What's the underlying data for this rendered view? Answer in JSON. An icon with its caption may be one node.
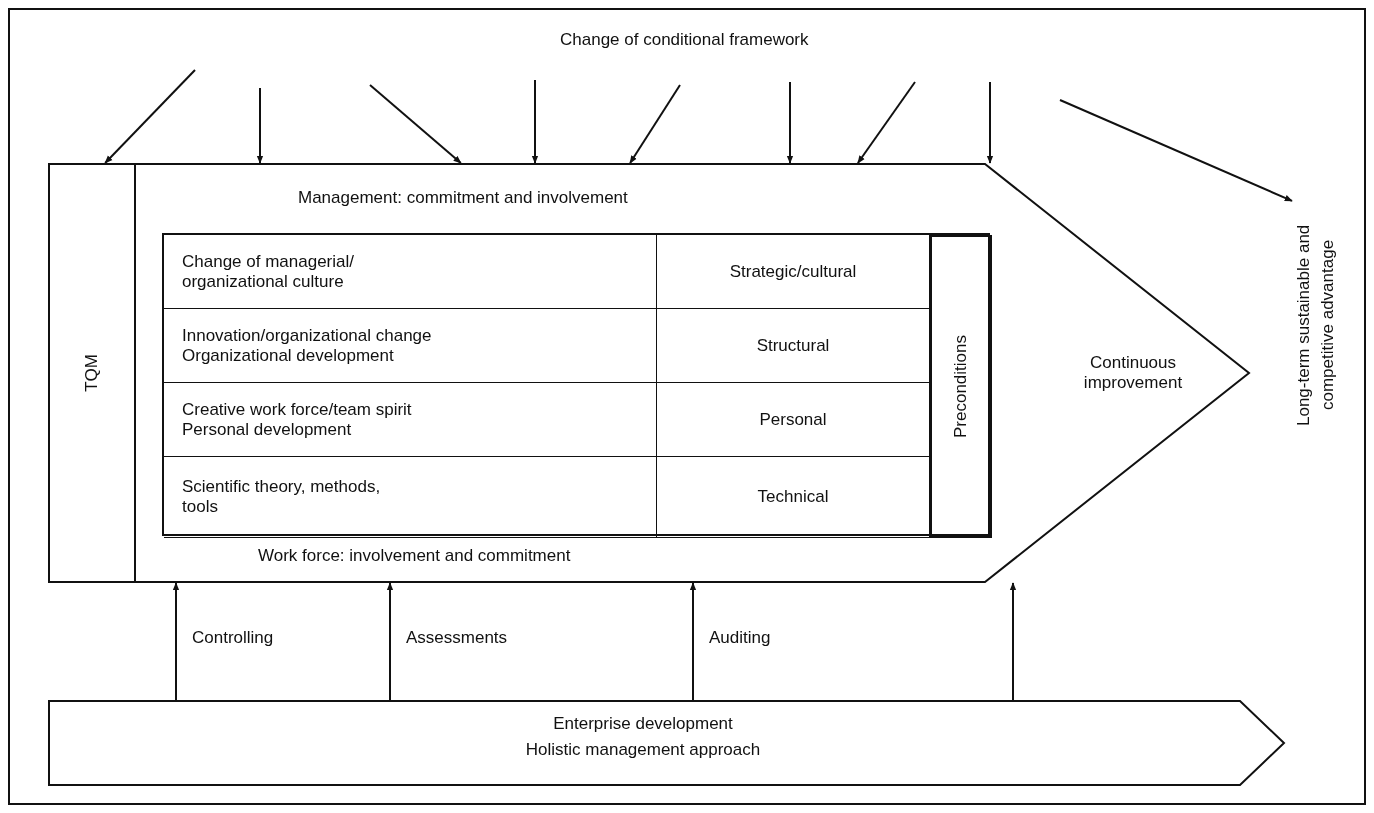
{
  "diagram": {
    "title": "Change of conditional framework",
    "nodes": [
      {
        "text": [
          "Management: commitment and involvement",
          "Continuous improvement",
          "Work force: involvement and commitment"
        ]
      },
      {
        "text": [
          "TQM"
        ],
        "in": 0
      },
      {
        "text": [],
        "shape": "box",
        "in": 0
      },
      {
        "text": [
          "Change of managerial/ organizational culture"
        ],
        "in": 2
      },
      {
        "text": [
          "Strategic/cultural"
        ],
        "in": 2
      },
      {
        "text": [
          "Innovation/organizational change",
          "Organizational development"
        ],
        "in": 2
      },
      {
        "text": [
          "Structural"
        ],
        "in": 2
      },
      {
        "text": [
          "Creative work force/team spirit",
          "Personal development"
        ],
        "in": 2
      },
      {
        "text": [
          "Personal"
        ],
        "in": 2
      },
      {
        "text": [
          "Scientific theory, methods, tools"
        ],
        "in": 2
      },
      {
        "text": [
          "Technical"
        ],
        "in": 2
      },
      {
        "text": [
          "Preconditions"
        ],
        "in": 2
      },
      {
        "text": [
          "Long-term sustainable and competitive advantage"
        ]
      },
      {
        "text": [
          "Enterprise development",
          "Holistic management approach"
        ]
      }
    ],
    "edges": [
      {
        "from": null,
        "to": 0,
        "arrow": "to"
      },
      {
        "from": null,
        "to": 0,
        "arrow": "to"
      },
      {
        "from": null,
        "to": 0,
        "arrow": "to"
      },
      {
        "from": null,
        "to": 0,
        "arrow": "to"
      },
      {
        "from": null,
        "to": 0,
        "arrow": "to"
      },
      {
        "from": null,
        "to": 0,
        "arrow": "to"
      },
      {
        "from": null,
        "to": 0,
        "arrow": "to"
      },
      {
        "from": null,
        "to": 0,
        "arrow": "to"
      },
      {
        "from": null,
        "to": 12,
        "arrow": "to"
      },
      {
        "from": 13,
        "to": 0,
        "arrow": "to",
        "label": "Controlling"
      },
      {
        "from": 13,
        "to": 0,
        "arrow": "to",
        "label": "Assessments"
      },
      {
        "from": 13,
        "to": 0,
        "arrow": "to",
        "label": "Auditing"
      },
      {
        "from": 13,
        "to": 0,
        "arrow": "to"
      }
    ]
  }
}
